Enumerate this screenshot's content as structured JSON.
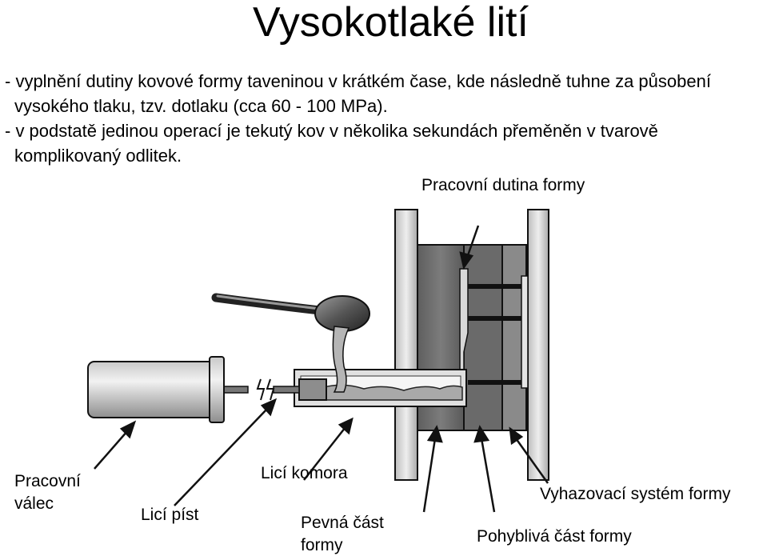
{
  "title": "Vysokotlaké lití",
  "bullets": [
    "- vyplnění dutiny kovové formy taveninou v krátkém čase, kde následně tuhne za působení vysokého tlaku, tzv. dotlaku (cca 60 - 100 MPa).",
    "- v podstatě jedinou operací je tekutý kov v několika sekundách přeměněn v tvarově komplikovaný odlitek."
  ],
  "labels": {
    "cavity": "Pracovní dutina formy",
    "cylinder_line1": "Pracovní",
    "cylinder_line2": "válec",
    "piston": "Licí píst",
    "chamber": "Licí komora",
    "fixed_line1": "Pevná část",
    "fixed_line2": "formy",
    "ejector": "Vyhazovací systém formy",
    "moving": "Pohyblivá část formy"
  },
  "colors": {
    "metal_light": "#dcdcdc",
    "metal_mid": "#a8a8a8",
    "metal_dark": "#6e6e6e",
    "outline": "#111111"
  }
}
